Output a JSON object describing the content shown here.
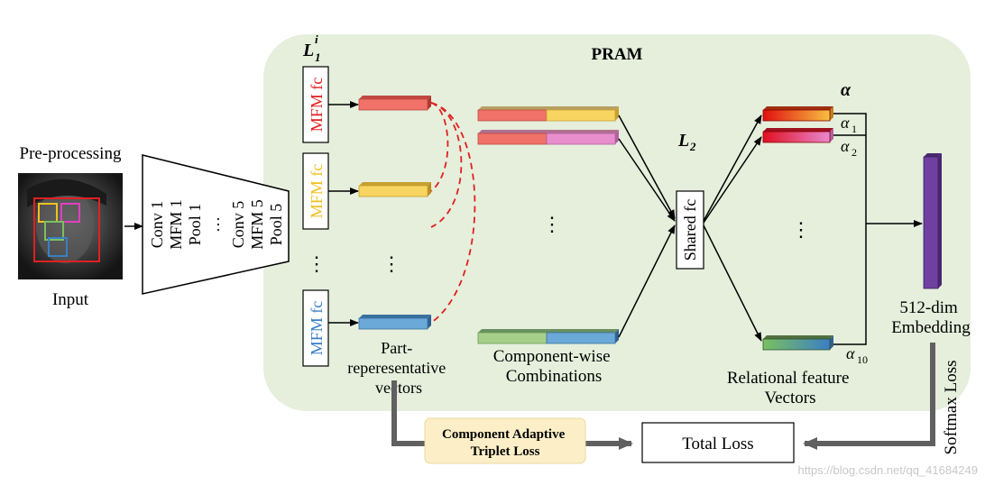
{
  "title": "PRAM",
  "labels": {
    "preprocessing": "Pre-processing",
    "input": "Input",
    "conv_col1": [
      "Conv 1",
      "MFM 1",
      "Pool 1"
    ],
    "conv_col2": [
      "Conv 5",
      "MFM 5",
      "Pool 5"
    ],
    "conv_dots": "…",
    "l1": "L",
    "l1_sub": "1",
    "l1_sup": "i",
    "l2": "L",
    "l2_sub": "2",
    "mfm_fc": "MFM fc",
    "shared_fc": "Shared fc",
    "part_vectors": [
      "Part-",
      "reperesentative",
      "vectors"
    ],
    "component_wise": [
      "Component-wise",
      "Combinations"
    ],
    "relational": [
      "Relational feature",
      "Vectors"
    ],
    "alpha": "α",
    "alpha_1": "1",
    "alpha_2": "2",
    "alpha_10": "10",
    "embedding": [
      "512-dim",
      "Embedding"
    ],
    "softmax_loss": "Softmax Loss",
    "component_adaptive": [
      "Component Adaptive",
      "Triplet Loss"
    ],
    "total_loss": "Total Loss",
    "vdots": "⋮",
    "watermark": "https://blog.csdn.net/qq_41684249"
  },
  "colors": {
    "panel_bg": "#e5efdc",
    "red": "#f07268",
    "yellow": "#f7d560",
    "pink": "#e88ecc",
    "blue": "#6ba9d9",
    "green": "#a6d08a",
    "purple": "#7040a0",
    "dashed": "#e02020",
    "mfm_red": "#e02020",
    "mfm_yellow": "#f0c020",
    "mfm_blue": "#3a7fc4",
    "loss_box": "#fcefc8",
    "gray_arrow": "#606060"
  }
}
